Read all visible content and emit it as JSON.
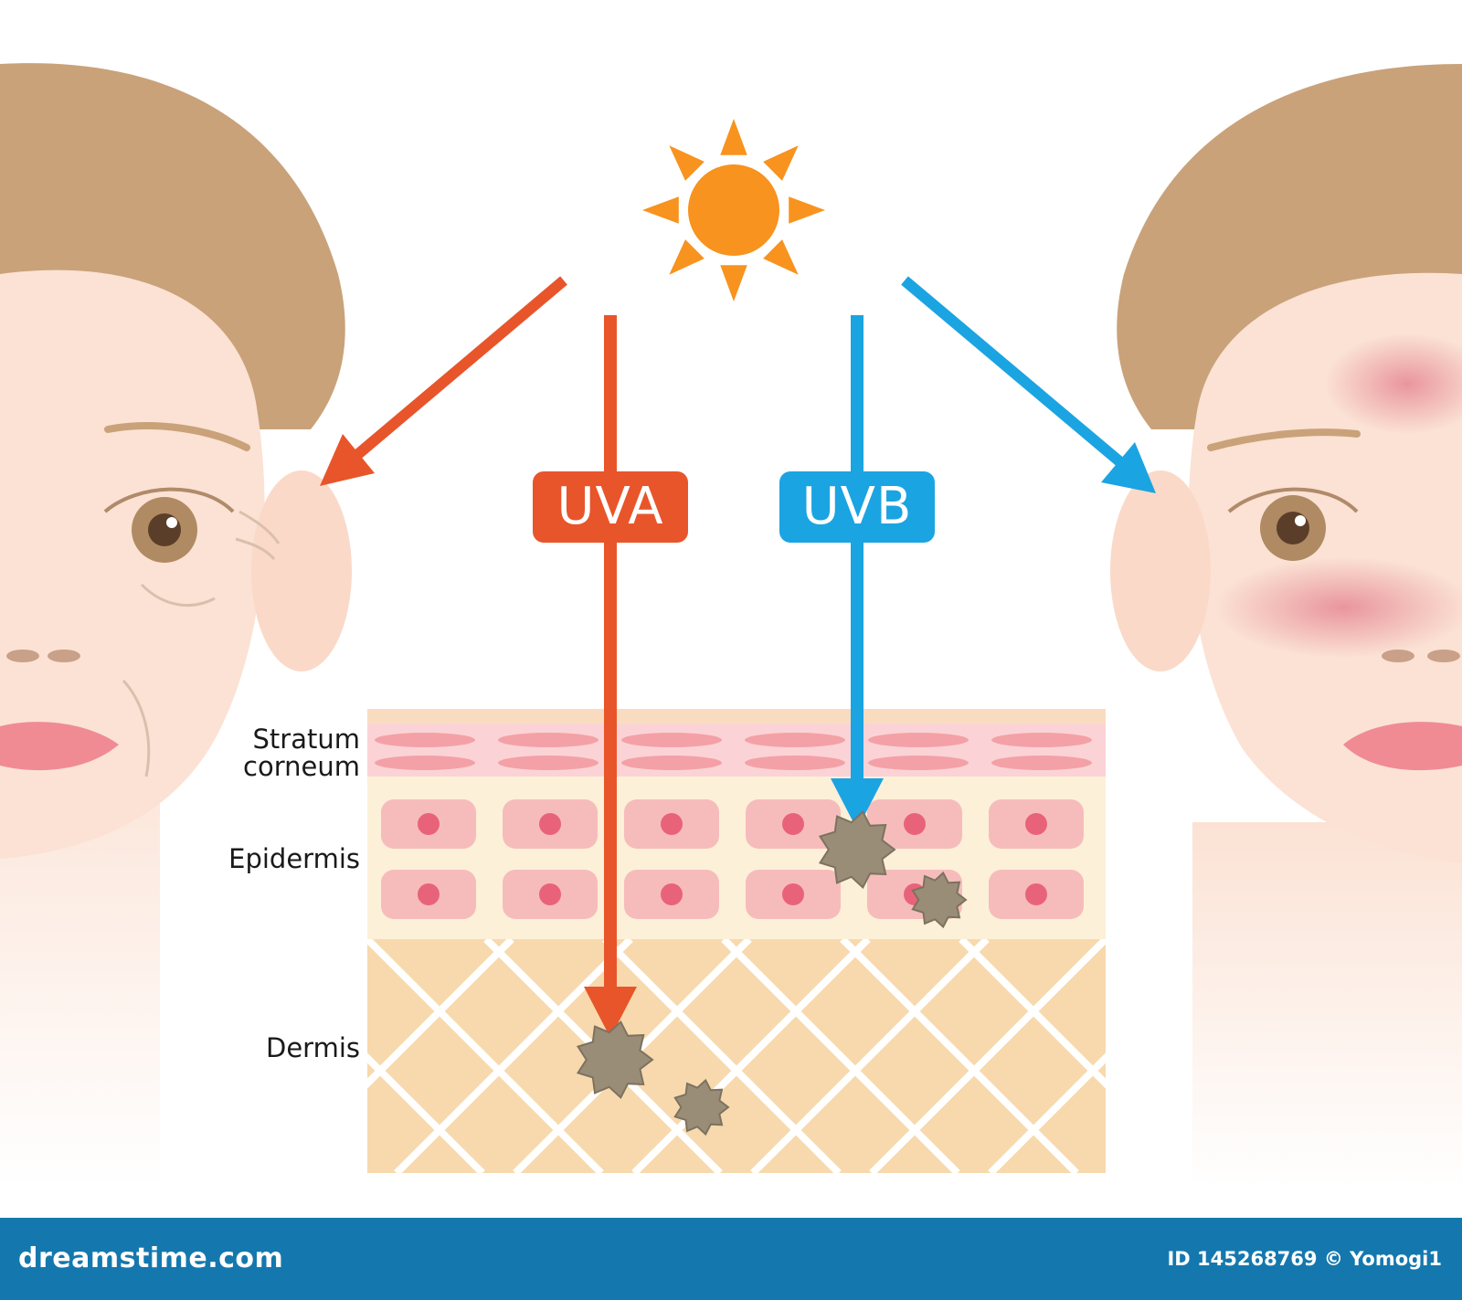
{
  "diagram": {
    "rays": {
      "uva": {
        "label": "UVA",
        "color": "#e8552a"
      },
      "uvb": {
        "label": "UVB",
        "color": "#1ba4e2"
      }
    },
    "layers": {
      "stratum_corneum_line1": "Stratum",
      "stratum_corneum_line2": "corneum",
      "epidermis": "Epidermis",
      "dermis": "Dermis"
    },
    "colors": {
      "sun": "#f7931e",
      "skin": "#fbe2d4",
      "hair": "#c9a27a",
      "cell": "#f6bcbb",
      "dermis": "#f7d9ad",
      "melanin": "#9a8d78"
    },
    "icons": [
      "sun-icon",
      "aging-face-icon",
      "sunburned-face-icon",
      "melanin-spot-icon"
    ]
  },
  "footer": {
    "brand": "dreamstime.com",
    "credit": "ID 145268769 © Yomogi1"
  }
}
